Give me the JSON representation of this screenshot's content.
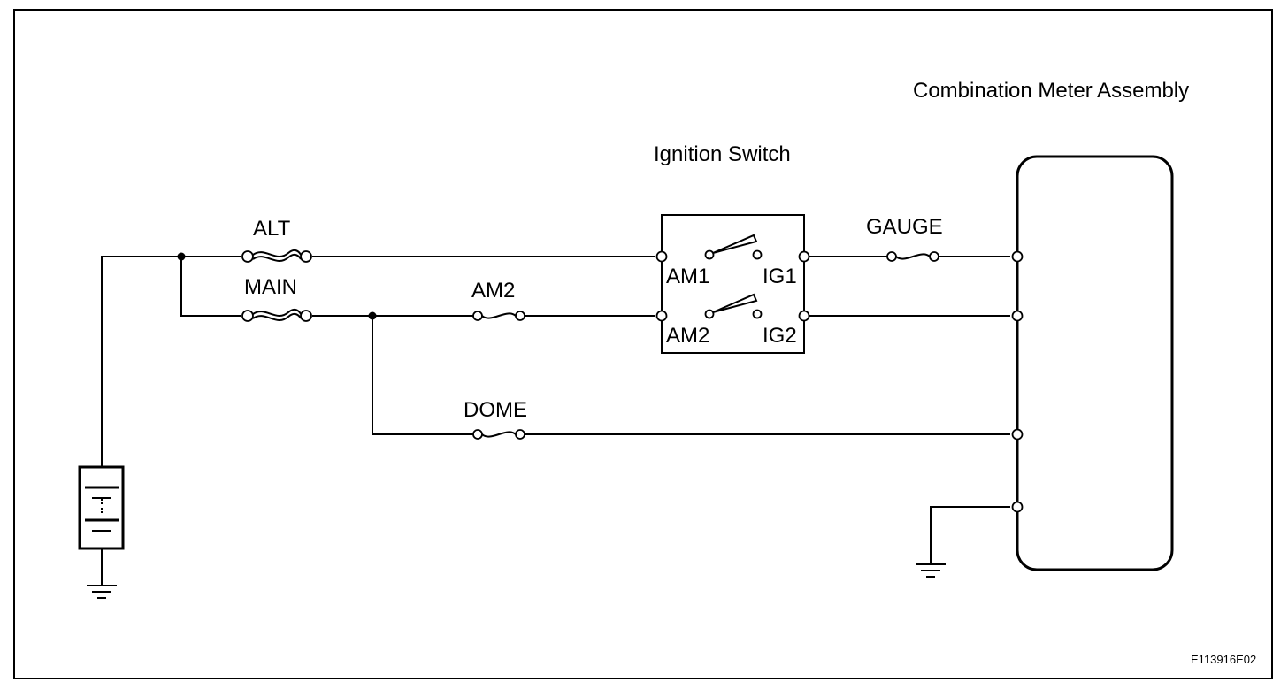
{
  "labels": {
    "combination_meter": "Combination Meter Assembly",
    "ignition_switch": "Ignition Switch",
    "fuse_alt": "ALT",
    "fuse_main": "MAIN",
    "fuse_am2": "AM2",
    "fuse_gauge": "GAUGE",
    "fuse_dome": "DOME",
    "terminal_am1": "AM1",
    "terminal_ig1": "IG1",
    "terminal_am2": "AM2",
    "terminal_ig2": "IG2",
    "figure_code": "E113916E02"
  }
}
